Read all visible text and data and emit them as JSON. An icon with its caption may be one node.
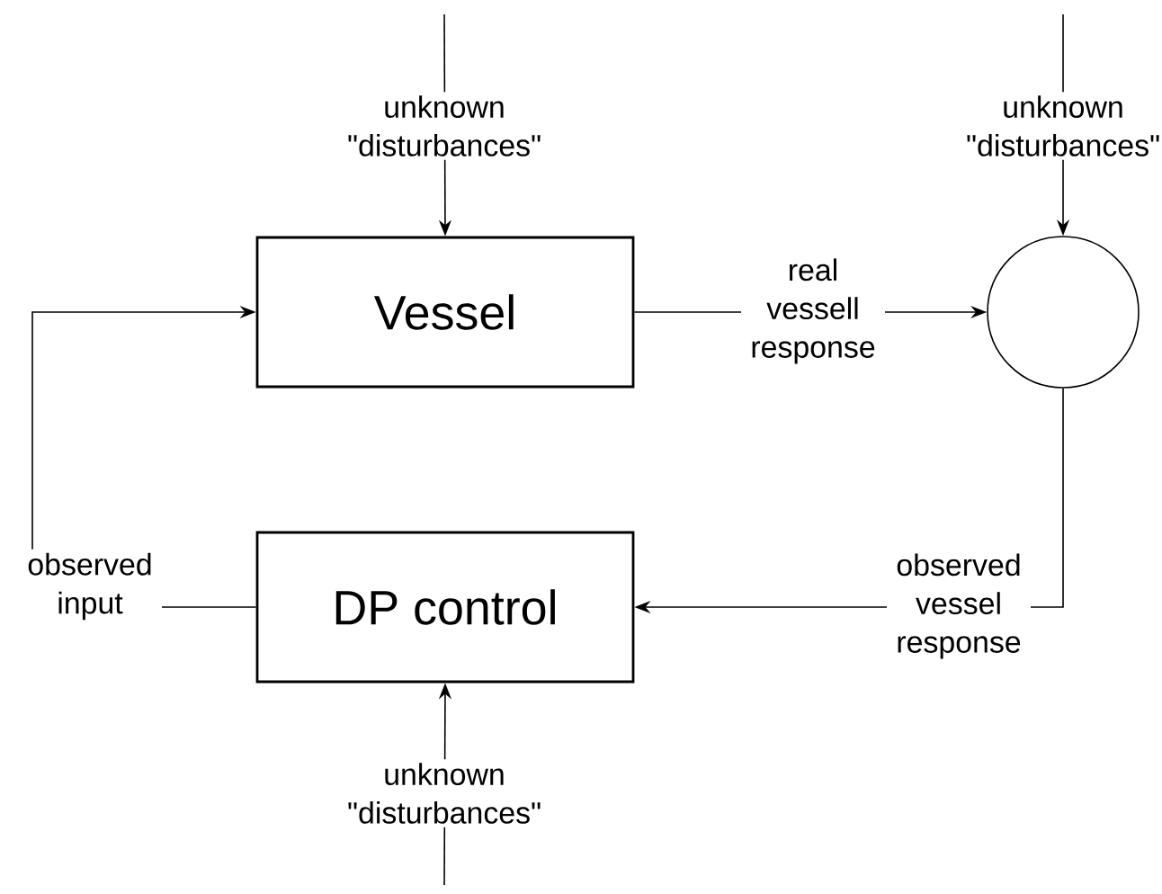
{
  "diagram": {
    "nodes": [
      {
        "text": [
          "Vessel"
        ]
      },
      {
        "text": [],
        "shape": "circle"
      },
      {
        "text": [
          "DP control"
        ]
      }
    ],
    "edges": [
      {
        "from": null,
        "to": 0,
        "arrow": "to",
        "label": "unknown \"disturbances\""
      },
      {
        "from": null,
        "to": 1,
        "arrow": "to",
        "label": "unknown \"disturbances\""
      },
      {
        "from": 0,
        "to": 1,
        "arrow": "to",
        "label": "real vessell response"
      },
      {
        "from": 1,
        "to": 2,
        "arrow": "to",
        "label": "observed vessel response"
      },
      {
        "from": 2,
        "to": 0,
        "arrow": "to",
        "label": "observed input"
      },
      {
        "from": null,
        "to": 2,
        "arrow": "to",
        "label": "unknown \"disturbances\""
      }
    ]
  }
}
